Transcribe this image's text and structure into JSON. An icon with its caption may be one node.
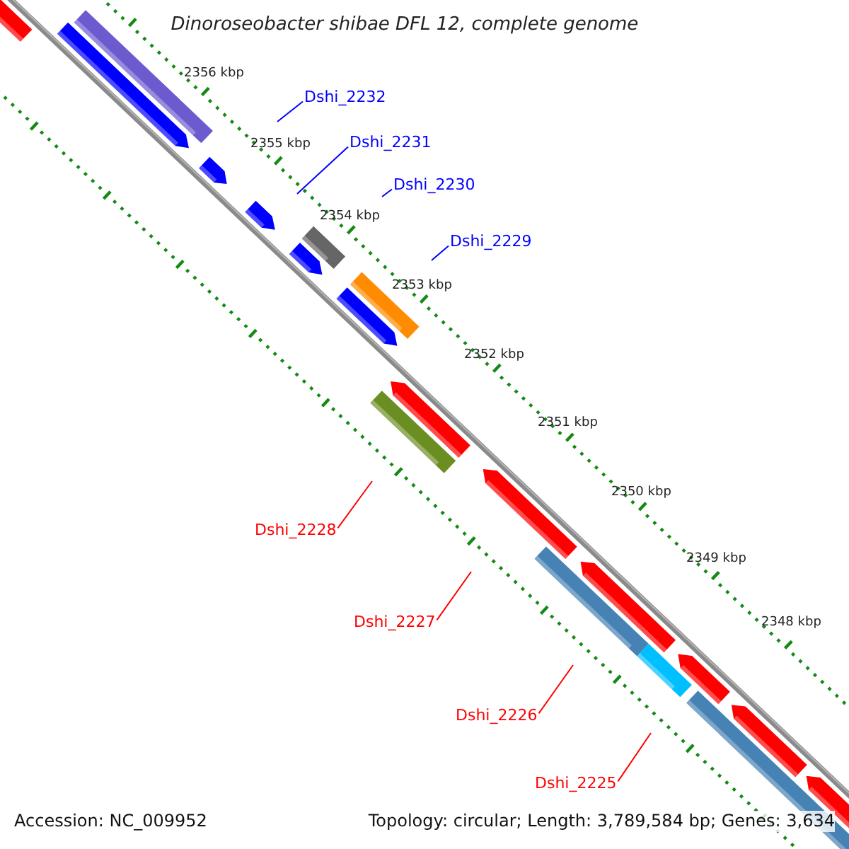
{
  "diagram": {
    "title": "Dinoroseobacter shibae DFL 12, complete genome",
    "nodes": [
      {
        "text": [
          "Dshi_2232"
        ]
      },
      {
        "text": [
          "Dshi_2231"
        ]
      },
      {
        "text": [
          "Dshi_2230"
        ]
      },
      {
        "text": [
          "Dshi_2229"
        ]
      },
      {
        "text": [
          "Dshi_2228"
        ]
      },
      {
        "text": [
          "Dshi_2227"
        ]
      },
      {
        "text": [
          "Dshi_2226"
        ]
      },
      {
        "text": [
          "Dshi_2225"
        ]
      }
    ],
    "edges": [
      {
        "from": 0,
        "to": null,
        "arrow": "none"
      },
      {
        "from": 1,
        "to": null,
        "arrow": "none"
      },
      {
        "from": 2,
        "to": null,
        "arrow": "none"
      },
      {
        "from": 3,
        "to": null,
        "arrow": "none"
      },
      {
        "from": 4,
        "to": null,
        "arrow": "none",
        "color": "#ff0000"
      },
      {
        "from": 5,
        "to": null,
        "arrow": "none",
        "color": "#ff0000"
      },
      {
        "from": 6,
        "to": null,
        "arrow": "none",
        "color": "#ff0000"
      },
      {
        "from": 7,
        "to": null,
        "arrow": "none",
        "color": "#ff0000"
      }
    ],
    "labels": [
      "2356 kbp",
      "2355 kbp",
      "2354 kbp",
      "2353 kbp",
      "2352 kbp",
      "2351 kbp",
      "2350 kbp",
      "2349 kbp",
      "2348 kbp",
      "Accession: NC_009952",
      "Topology: circular; Length: 3,789,584 bp; Genes: 3,634"
    ]
  }
}
